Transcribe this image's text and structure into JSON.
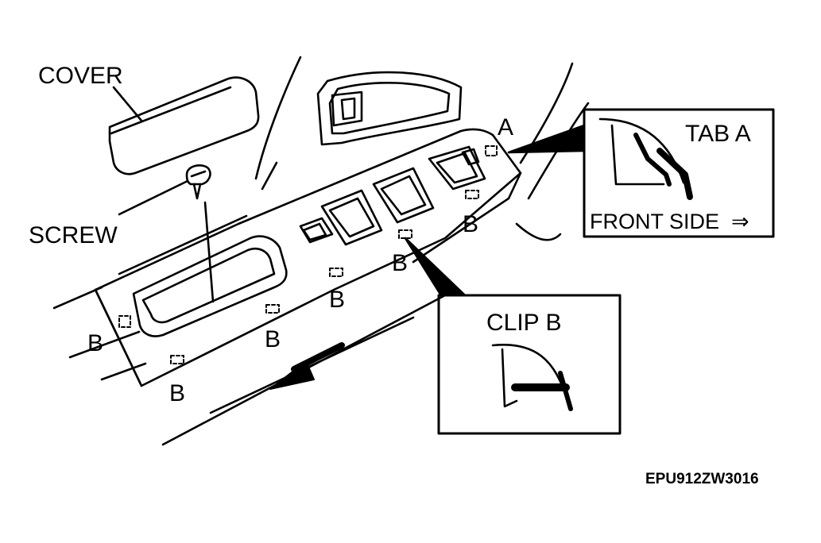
{
  "labels": {
    "cover": "COVER",
    "screw": "SCREW",
    "tab_a_marker": "A",
    "clip_b_marker": "B",
    "tab_a_callout": "TAB A",
    "front_side": "FRONT SIDE",
    "front_arrow": "⇒",
    "clip_b_callout": "CLIP B",
    "figure_code": "EPU912ZW3016"
  },
  "colors": {
    "ink": "#000000",
    "paper": "#ffffff"
  }
}
